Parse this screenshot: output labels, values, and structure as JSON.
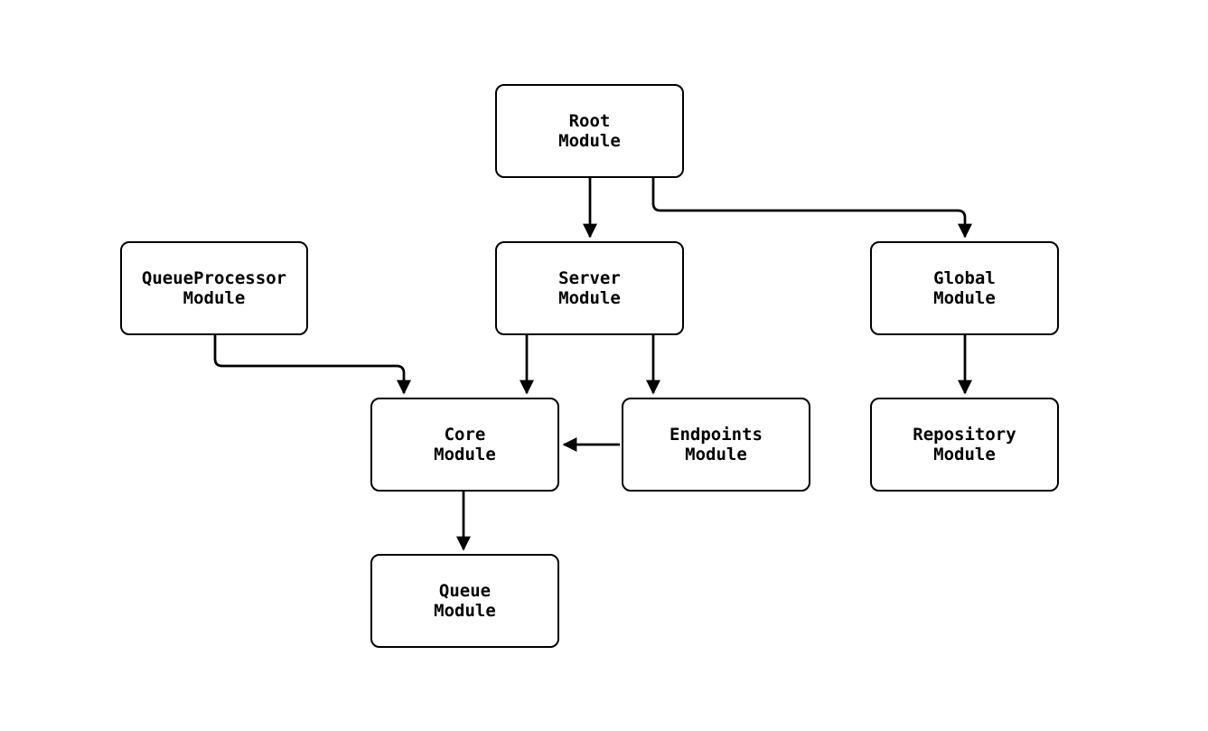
{
  "diagram": {
    "background_color": "#ffffff",
    "node_fill_color": "#ffffff",
    "node_border_color": "#000000",
    "edge_color": "#000000",
    "nodes": [
      {
        "id": "root-module",
        "lines": [
          "Root",
          "Module"
        ]
      },
      {
        "id": "queueprocessor-module",
        "lines": [
          "QueueProcessor",
          "Module"
        ]
      },
      {
        "id": "server-module",
        "lines": [
          "Server",
          "Module"
        ]
      },
      {
        "id": "global-module",
        "lines": [
          "Global",
          "Module"
        ]
      },
      {
        "id": "core-module",
        "lines": [
          "Core",
          "Module"
        ]
      },
      {
        "id": "endpoints-module",
        "lines": [
          "Endpoints",
          "Module"
        ]
      },
      {
        "id": "repository-module",
        "lines": [
          "Repository",
          "Module"
        ]
      },
      {
        "id": "queue-module",
        "lines": [
          "Queue",
          "Module"
        ]
      }
    ],
    "edges": [
      {
        "from": "root-module",
        "to": "server-module"
      },
      {
        "from": "root-module",
        "to": "global-module"
      },
      {
        "from": "queueprocessor-module",
        "to": "core-module"
      },
      {
        "from": "server-module",
        "to": "core-module"
      },
      {
        "from": "server-module",
        "to": "endpoints-module"
      },
      {
        "from": "endpoints-module",
        "to": "core-module"
      },
      {
        "from": "global-module",
        "to": "repository-module"
      },
      {
        "from": "core-module",
        "to": "queue-module"
      }
    ]
  }
}
